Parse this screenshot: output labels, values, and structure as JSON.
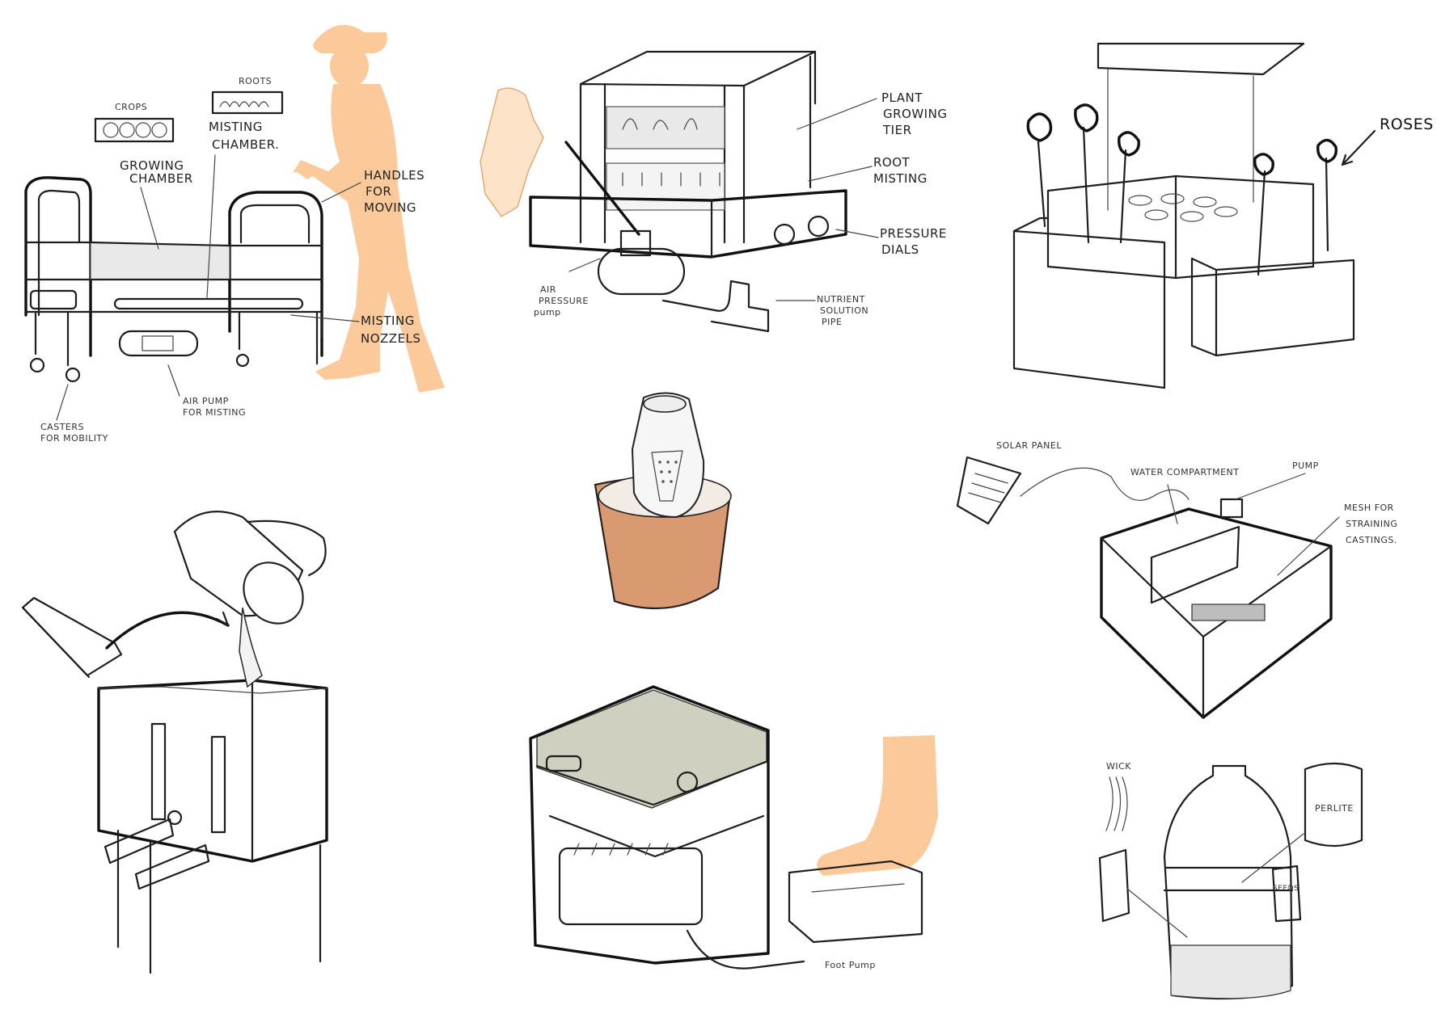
{
  "colors": {
    "skin": "#fbc99a",
    "pot": "#d99a72",
    "water": "#cfd0bf",
    "ink": "#1e1e1e"
  },
  "sketch1": {
    "crops": "CROPS",
    "roots": "ROOTS",
    "misting_chamber": [
      "MISTING",
      "CHAMBER."
    ],
    "growing_chamber": [
      "GROWING",
      "CHAMBER"
    ],
    "handles": [
      "HANDLES",
      "FOR",
      "MOVING"
    ],
    "nozzles": [
      "MISTING",
      "NOZZELS"
    ],
    "air_pump": [
      "AIR PUMP",
      "FOR MISTING"
    ],
    "casters": [
      "CASTERS",
      "FOR MOBILITY"
    ]
  },
  "sketch2": {
    "plant_tier": [
      "PLANT",
      "GROWING",
      "TIER"
    ],
    "root_misting": [
      "ROOT",
      "MISTING"
    ],
    "pressure_dials": [
      "PRESSURE",
      "DIALS"
    ],
    "nutrient_pipe": [
      "NUTRIENT",
      "SOLUTION",
      "PIPE"
    ],
    "air_pump": [
      "AIR",
      "PRESSURE",
      "pump"
    ]
  },
  "sketch3": {
    "roses": "ROSES"
  },
  "sketch6": {
    "solar_panel": "SOLAR PANEL",
    "water_compartment": "WATER COMPARTMENT",
    "pump": "PUMP",
    "mesh": [
      "MESH FOR",
      "STRAINING",
      "CASTINGS."
    ]
  },
  "sketch8": {
    "foot_pump": "Foot Pump"
  },
  "sketch9": {
    "wick": "WICK",
    "perlite": "PERLITE",
    "seeds": "SEEDS"
  }
}
